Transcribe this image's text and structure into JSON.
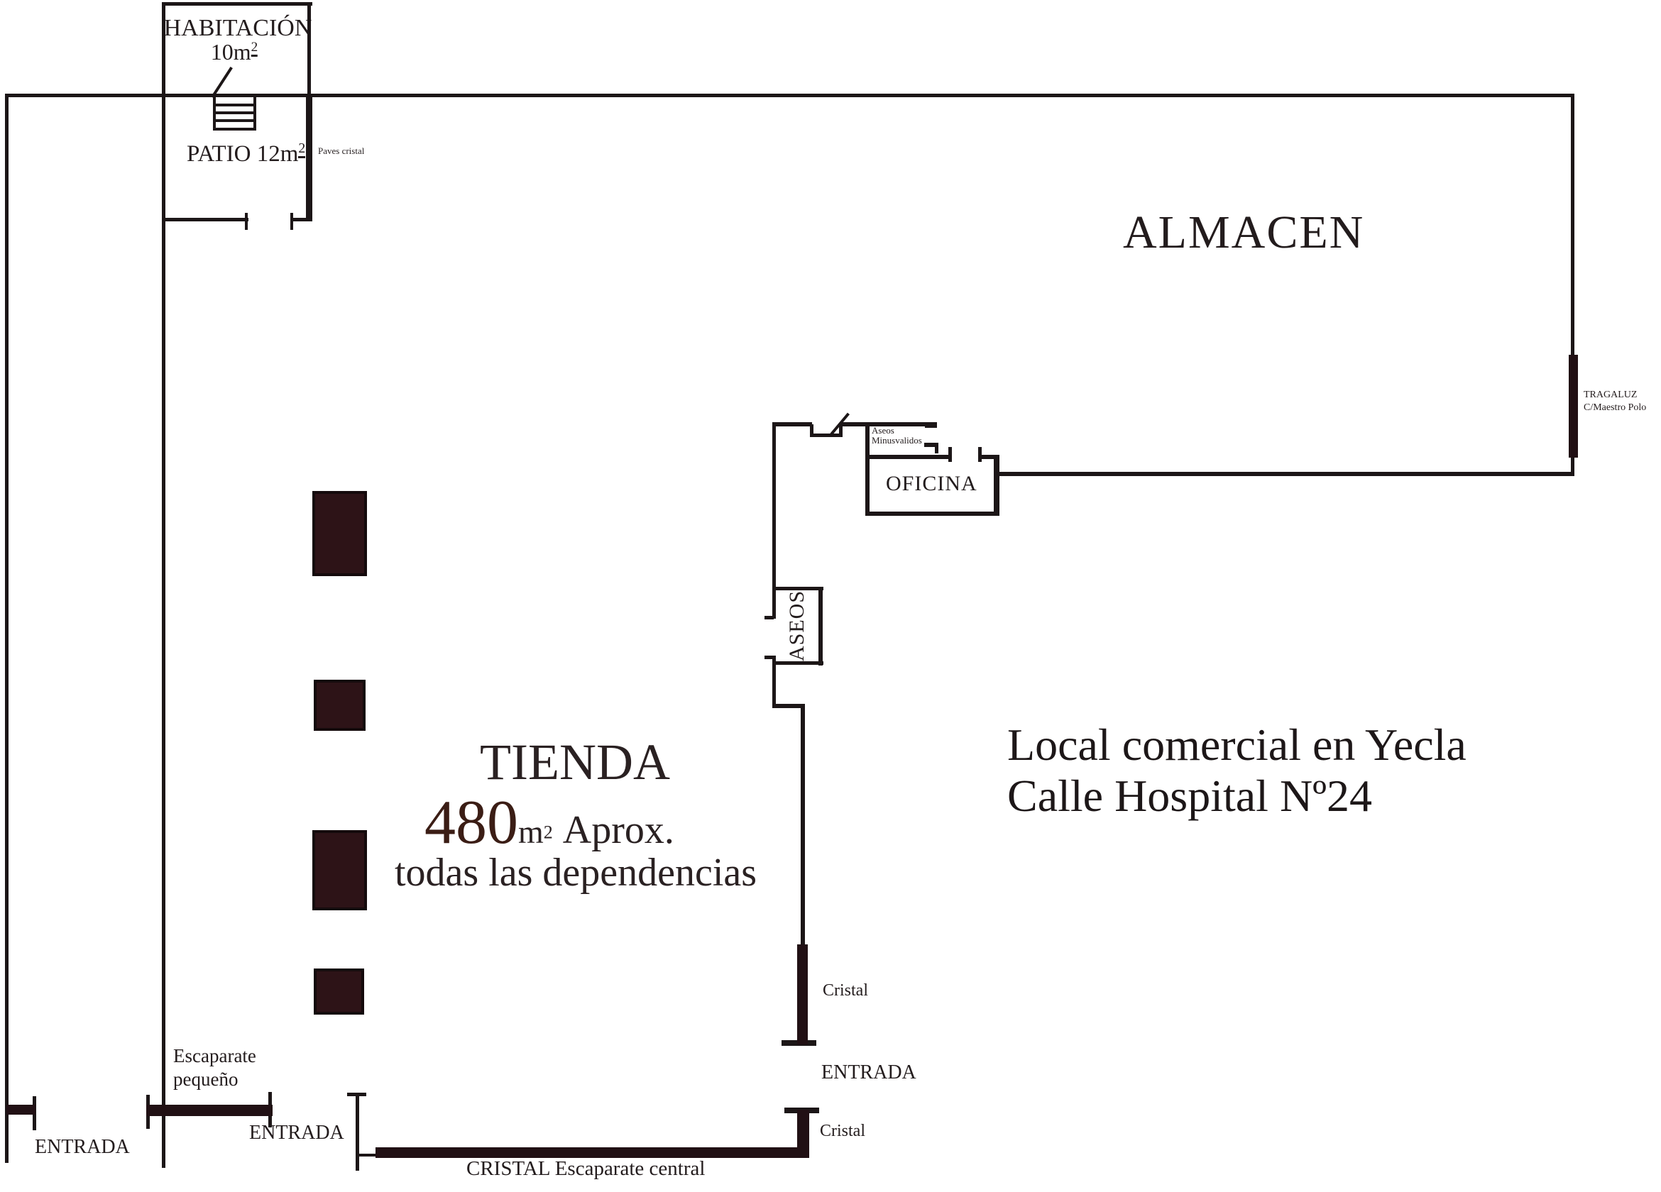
{
  "plan": {
    "rooms": {
      "habitacion": {
        "name": "HABITACIÓN",
        "area_value": "10m",
        "area_exp": "2"
      },
      "patio": {
        "name": "PATIO 12m",
        "area_exp": "2"
      },
      "almacen": {
        "name": "ALMACEN"
      },
      "oficina": {
        "name": "OFICINA"
      },
      "aseos": {
        "name": "ASEOS"
      },
      "aseos_minusvalidos": {
        "line1": "Aseos",
        "line2": "Minusvalidos"
      },
      "tienda": {
        "name": "TIENDA",
        "area_value": "480",
        "area_unit": "m",
        "area_exp": "2",
        "approx": "Aprox.",
        "note": "todas las dependencias"
      }
    },
    "annotations": {
      "paves_cristal": "Paves cristal",
      "tragaluz_line1": "TRAGALUZ",
      "tragaluz_line2": "C/Maestro Polo",
      "cristal_upper": "Cristal",
      "cristal_lower": "Cristal",
      "entrada_right": "ENTRADA",
      "entrada_center": "ENTRADA",
      "entrada_left": "ENTRADA",
      "escaparate_line1": "Escaparate",
      "escaparate_line2": "pequeño",
      "cristal_central": "CRISTAL Escaparate central"
    },
    "title": {
      "line1": "Local comercial en Yecla",
      "line2": "Calle Hospital Nº24"
    },
    "colors": {
      "wall": "#1c1617",
      "glass_bar": "#211014",
      "pillar": "#2d1317",
      "area_highlight": "#3b1d15",
      "text": "#231c1d"
    }
  }
}
